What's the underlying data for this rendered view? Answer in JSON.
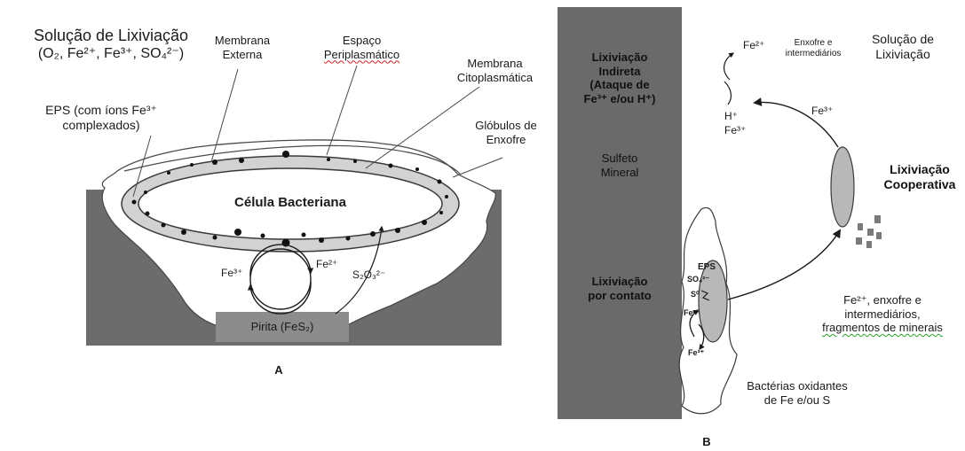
{
  "panel_a": {
    "solution_title": "Solução de Lixiviação",
    "solution_ions": "(O₂, Fe²⁺, Fe³⁺, SO₄²⁻)",
    "outer_membrane": [
      "Membrana",
      "Externa"
    ],
    "periplasm": [
      "Espaço",
      "Periplasmático"
    ],
    "cyto_membrane": [
      "Membrana",
      "Citoplasmática"
    ],
    "eps_label": [
      "EPS (com íons Fe³⁺",
      "complexados)"
    ],
    "sulfur_globules": [
      "Glóbulos de",
      "Enxofre"
    ],
    "cell": "Célula Bacteriana",
    "fe3": "Fe³⁺",
    "fe2": "Fe²⁺",
    "thiosulfate": "S₂O₃²⁻",
    "pyrite": "Pirita (FeS₂)",
    "panel_letter": "A"
  },
  "panel_b": {
    "indirect": [
      "Lixiviação",
      "Indireta",
      "(Ataque de",
      "Fe³⁺ e/ou H⁺)"
    ],
    "mineral": [
      "Sulfeto",
      "Mineral"
    ],
    "contact": [
      "Lixiviação",
      "por contato"
    ],
    "fe2_top": "Fe²⁺",
    "h_plus": "H⁺",
    "fe3_left": "Fe³⁺",
    "fe3_arrow": "Fe³⁺",
    "sulfur_intermediates": [
      "Enxofre e",
      "intermediários"
    ],
    "solution": [
      "Solução de",
      "Lixiviação"
    ],
    "cooperative": [
      "Lixiviação",
      "Cooperativa"
    ],
    "eps": "EPS",
    "so4": "SO₄²⁻",
    "s0": "S⁰",
    "fe2_cell": "Fe²⁺",
    "fe3_cell": "Fe³⁺",
    "products": [
      "Fe²⁺, enxofre e",
      "intermediários,",
      "fragmentos de minerais"
    ],
    "bacteria": [
      "Bactérias oxidantes",
      "de Fe e/ou S"
    ],
    "panel_letter": "B"
  }
}
